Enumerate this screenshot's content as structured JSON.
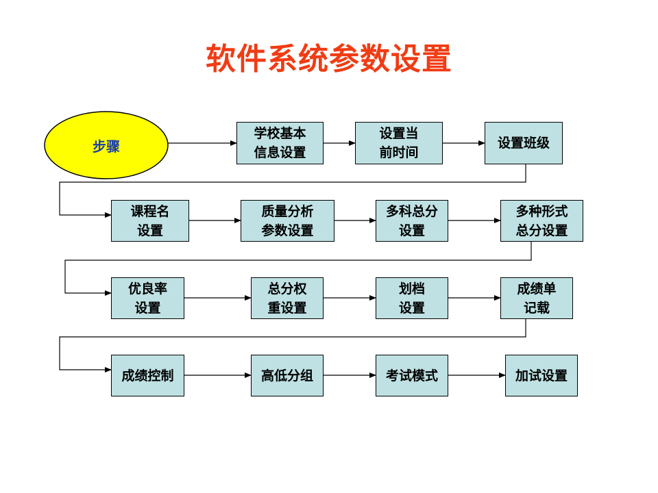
{
  "title": "软件系统参数设置",
  "start": "步骤",
  "colors": {
    "title": "#f03c14",
    "start_fill": "#ffff00",
    "start_text": "#1a3ea8",
    "box_fill": "#bfe1e3",
    "line": "#000000"
  },
  "rows": [
    [
      "学校基本\n信息设置",
      "设置当\n前时间",
      "设置班级"
    ],
    [
      "课程名\n设置",
      "质量分析\n参数设置",
      "多科总分\n设置",
      "多种形式\n总分设置"
    ],
    [
      "优良率\n设置",
      "总分权\n重设置",
      "划档\n设置",
      "成绩单\n记载"
    ],
    [
      "成绩控制",
      "高低分组",
      "考试模式",
      "加试设置"
    ]
  ]
}
